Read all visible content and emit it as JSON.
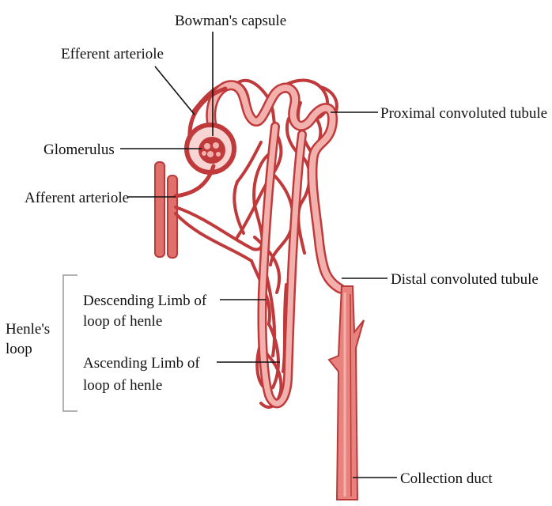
{
  "diagram": {
    "labels": {
      "bowmans_capsule": "Bowman's capsule",
      "efferent_arteriole": "Efferent arteriole",
      "glomerulus": "Glomerulus",
      "afferent_arteriole": "Afferent arteriole",
      "proximal_convoluted_tubule": "Proximal convoluted tubule",
      "distal_convoluted_tubule": "Distal convoluted tubule",
      "henles_loop_line1": "Henle's",
      "henles_loop_line2": "loop",
      "descending_limb_line1": "Descending Limb of",
      "descending_limb_line2": "loop of henle",
      "ascending_limb_line1": "Ascending Limb of",
      "ascending_limb_line2": "loop of henle",
      "collection_duct": "Collection duct"
    },
    "colors": {
      "vessel_dark": "#c0393b",
      "vessel_light": "#f3b1ad",
      "vessel_mid": "#e0706c",
      "label_text": "#111111",
      "bracket": "#9a9a9a"
    }
  }
}
